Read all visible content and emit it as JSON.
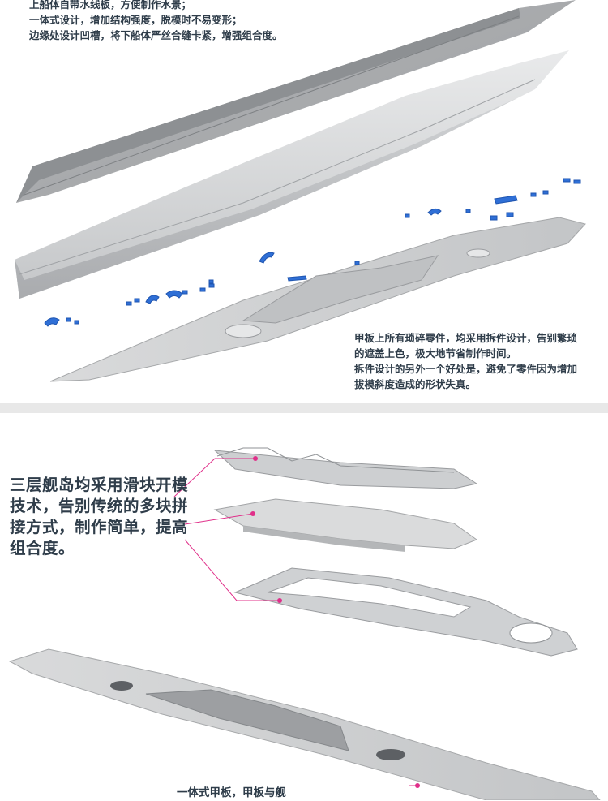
{
  "top_panel": {
    "caption_lines": [
      "上船体自带水线板，方便制作水景；",
      "一体式设计，增加结构强度，脱模时不易变形；",
      "边缘处设计凹槽，将下船体严丝合缝卡紧，增强组合度。"
    ],
    "deck_caption_lines": [
      "甲板上所有琐碎零件，均采用拆件设计，告别繁琐",
      "的遮盖上色，极大地节省制作时间。",
      "拆件设计的另外一个好处是，避免了零件因为增加",
      "拔模斜度造成的形状失真。"
    ]
  },
  "bottom_panel": {
    "island_caption_lines": [
      "三层舰岛均采用滑块开模",
      "技术，告别传统的多块拼",
      "接方式，制作简单，提高",
      "组合度。"
    ],
    "bottom_caption": "一体式甲板，甲板与舰"
  },
  "colors": {
    "caption_text": "#2f3d4a",
    "parts_blue": "#2f6fd6",
    "hull_grey": "#c9cbcd",
    "callout_magenta": "#e0308a"
  },
  "icons": [
    "small-parts-blue",
    "callout-dot-magenta"
  ]
}
